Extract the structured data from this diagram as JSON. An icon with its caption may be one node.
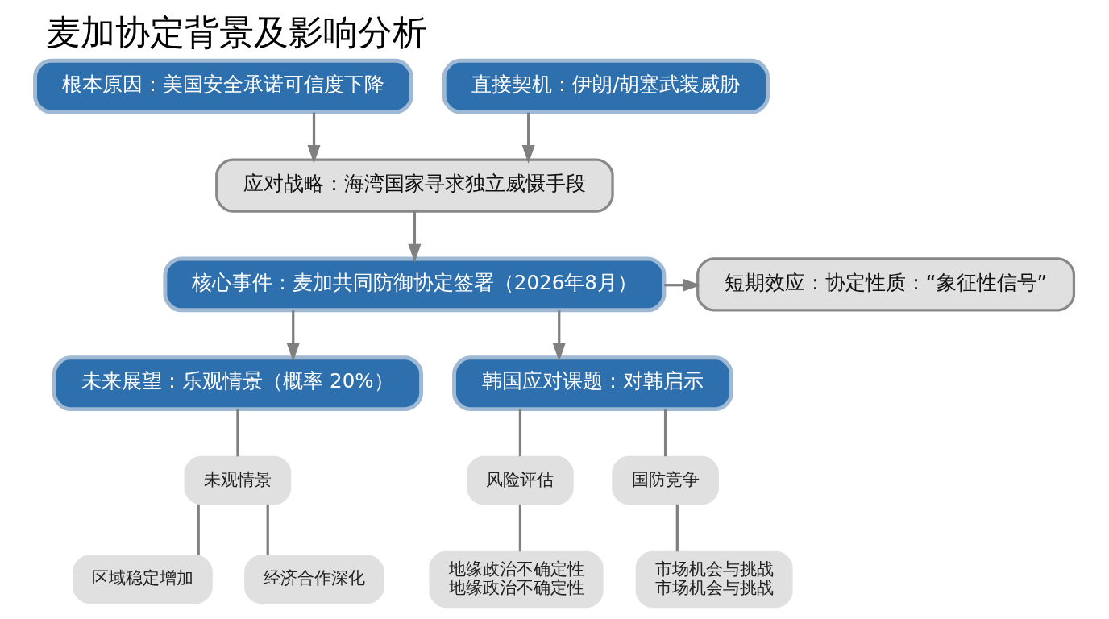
{
  "diagram": {
    "title": "麦加协定背景及影响分析",
    "nodes": [
      {
        "text": [
          "根本原因：美国安全承诺可信度下降"
        ]
      },
      {
        "text": [
          "直接契机：伊朗/胡塞武装威胁"
        ]
      },
      {
        "text": [
          "应对战略：海湾国家寻求独立威慑手段"
        ]
      },
      {
        "text": [
          "短期效应：协定性质：“象征性信号”"
        ]
      },
      {
        "text": [
          "核心事件：麦加共同防御协定签署（2026年8月）"
        ]
      },
      {
        "text": [
          "未来展望：乐观情景（概率 20%）"
        ]
      },
      {
        "text": [
          "未观情景"
        ]
      },
      {
        "text": [
          "区域稳定增加"
        ]
      },
      {
        "text": [
          "经济合作深化"
        ]
      },
      {
        "text": [
          "韩国应对课题：对韩启示"
        ]
      },
      {
        "text": [
          "风险评估"
        ]
      },
      {
        "text": [
          "地缘政治不确定性",
          "地缘政治不确定性"
        ]
      },
      {
        "text": [
          "国防竞争"
        ]
      },
      {
        "text": [
          "市场机会与挑战",
          "市场机会与挑战"
        ]
      }
    ],
    "edges": [
      {
        "from": 0,
        "to": 2,
        "arrow": "to"
      },
      {
        "from": 1,
        "to": 2,
        "arrow": "to"
      },
      {
        "from": 2,
        "to": 4,
        "arrow": "to"
      },
      {
        "from": 4,
        "to": 3,
        "arrow": "to"
      },
      {
        "from": 4,
        "to": 5,
        "arrow": "to"
      },
      {
        "from": 4,
        "to": 9,
        "arrow": "to"
      },
      {
        "from": 5,
        "to": 6,
        "arrow": "none"
      },
      {
        "from": 6,
        "to": 7,
        "arrow": "none"
      },
      {
        "from": 6,
        "to": 8,
        "arrow": "none"
      },
      {
        "from": 9,
        "to": 10,
        "arrow": "none"
      },
      {
        "from": 9,
        "to": 12,
        "arrow": "none"
      },
      {
        "from": 10,
        "to": 11,
        "arrow": "none"
      },
      {
        "from": 12,
        "to": 13,
        "arrow": "none"
      }
    ]
  }
}
